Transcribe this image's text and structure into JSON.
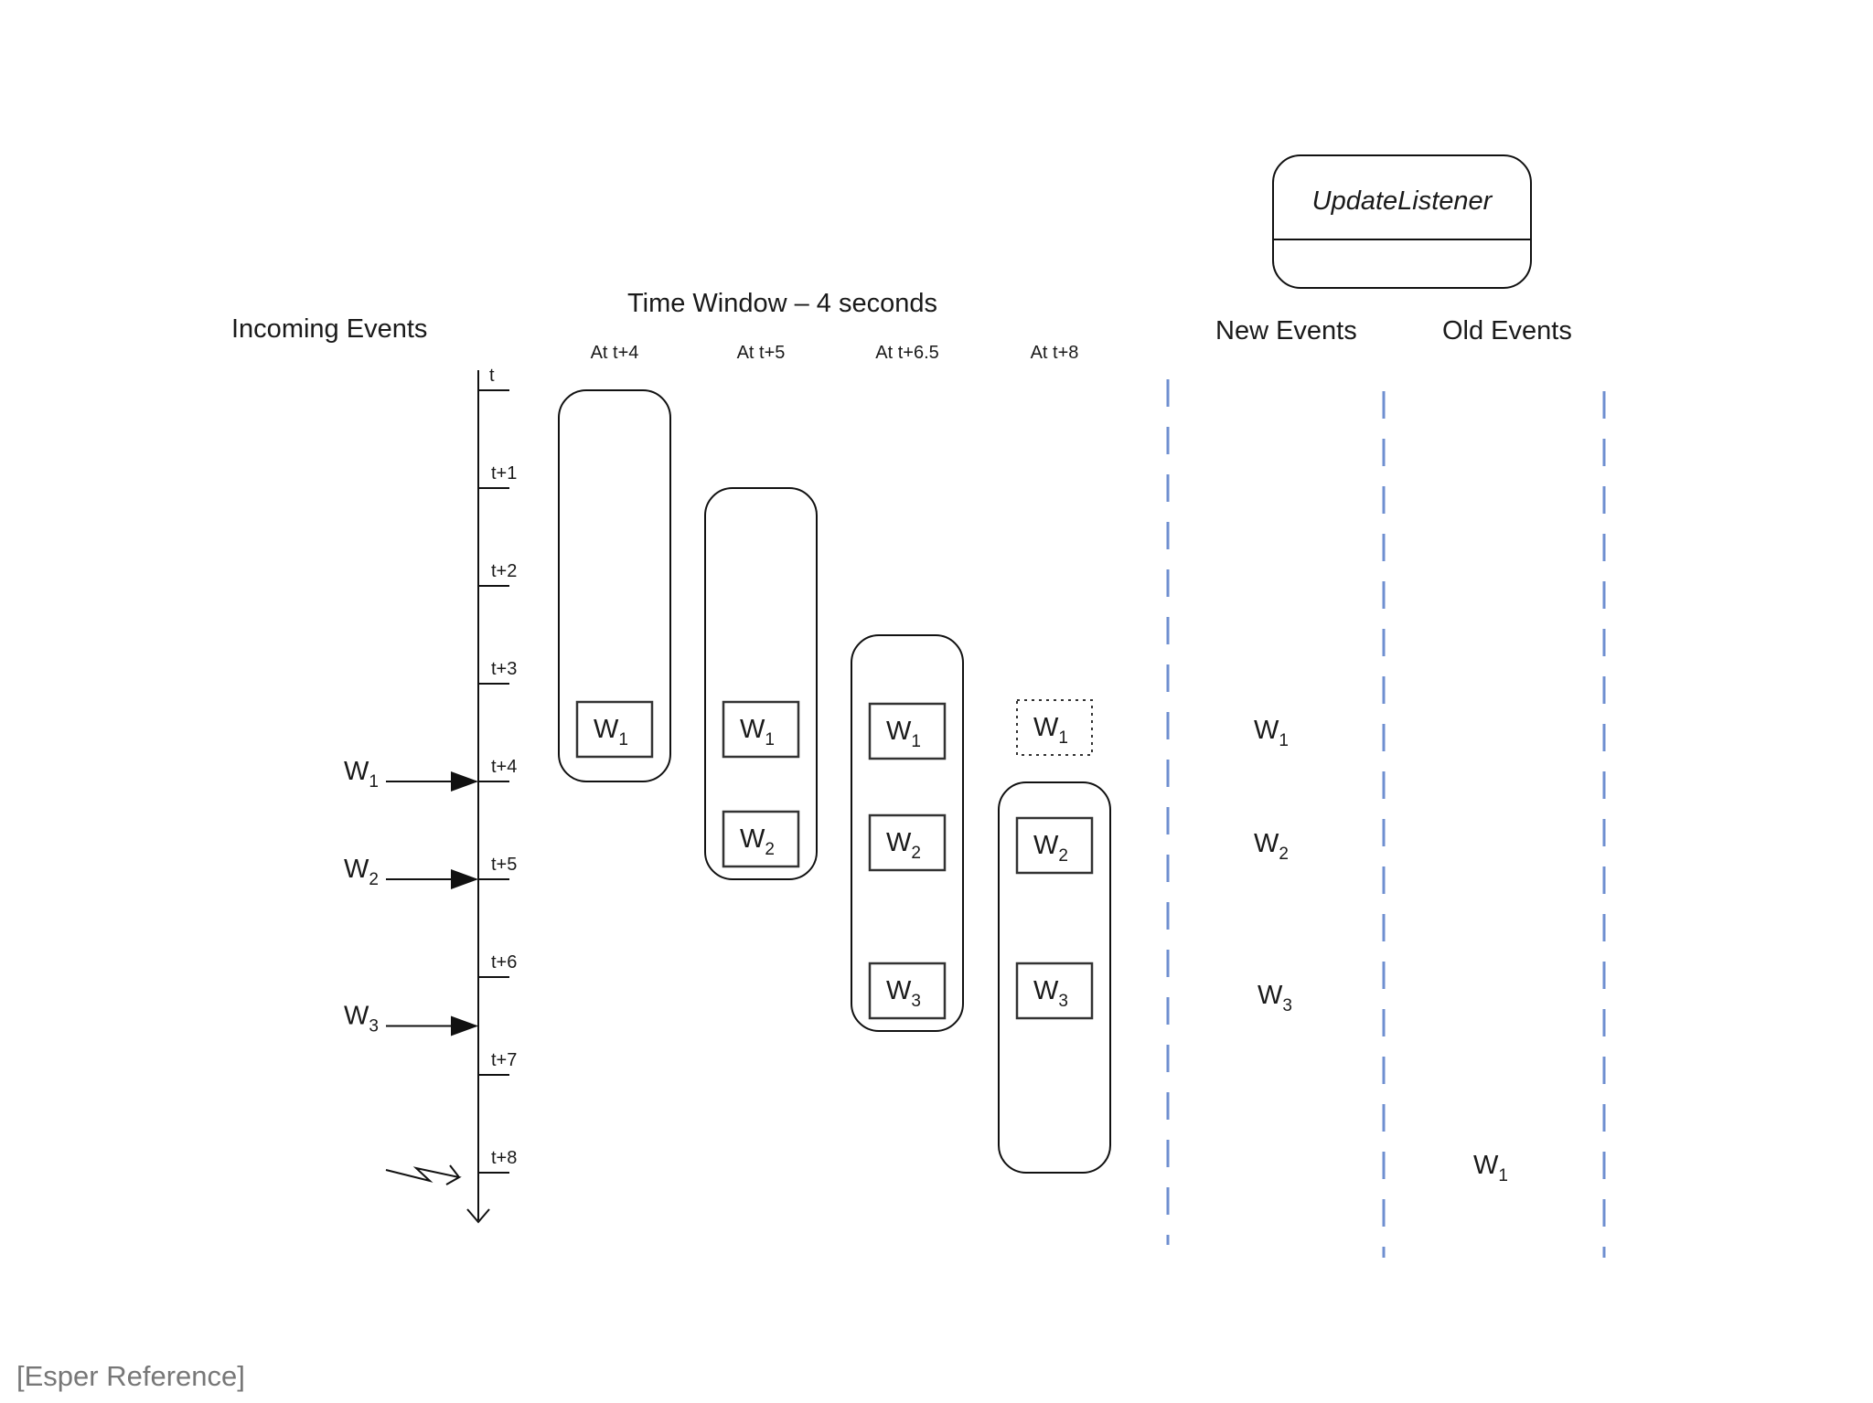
{
  "labels": {
    "incoming_events": "Incoming Events",
    "time_window": "Time Window – 4 seconds",
    "new_events": "New Events",
    "old_events": "Old Events",
    "update_listener": "UpdateListener",
    "caption": "[Esper Reference]"
  },
  "timeline": {
    "ticks": [
      "t",
      "t+1",
      "t+2",
      "t+3",
      "t+4",
      "t+5",
      "t+6",
      "t+7",
      "t+8"
    ]
  },
  "incoming": [
    {
      "name": "W",
      "sub": "1",
      "at": "t+4"
    },
    {
      "name": "W",
      "sub": "2",
      "at": "t+5"
    },
    {
      "name": "W",
      "sub": "3",
      "at": "t+6.5"
    }
  ],
  "snapshots": [
    {
      "label": "At t+4",
      "events": [
        {
          "name": "W",
          "sub": "1"
        }
      ]
    },
    {
      "label": "At t+5",
      "events": [
        {
          "name": "W",
          "sub": "1"
        },
        {
          "name": "W",
          "sub": "2"
        }
      ]
    },
    {
      "label": "At t+6.5",
      "events": [
        {
          "name": "W",
          "sub": "1"
        },
        {
          "name": "W",
          "sub": "2"
        },
        {
          "name": "W",
          "sub": "3"
        }
      ]
    },
    {
      "label": "At t+8",
      "events": [
        {
          "name": "W",
          "sub": "1",
          "expired": true
        },
        {
          "name": "W",
          "sub": "2"
        },
        {
          "name": "W",
          "sub": "3"
        }
      ]
    }
  ],
  "new_events": [
    {
      "name": "W",
      "sub": "1"
    },
    {
      "name": "W",
      "sub": "2"
    },
    {
      "name": "W",
      "sub": "3"
    }
  ],
  "old_events": [
    {
      "name": "W",
      "sub": "1"
    }
  ],
  "colors": {
    "line": "#111111",
    "dashed": "#6f8fd0",
    "caption": "#777777"
  }
}
